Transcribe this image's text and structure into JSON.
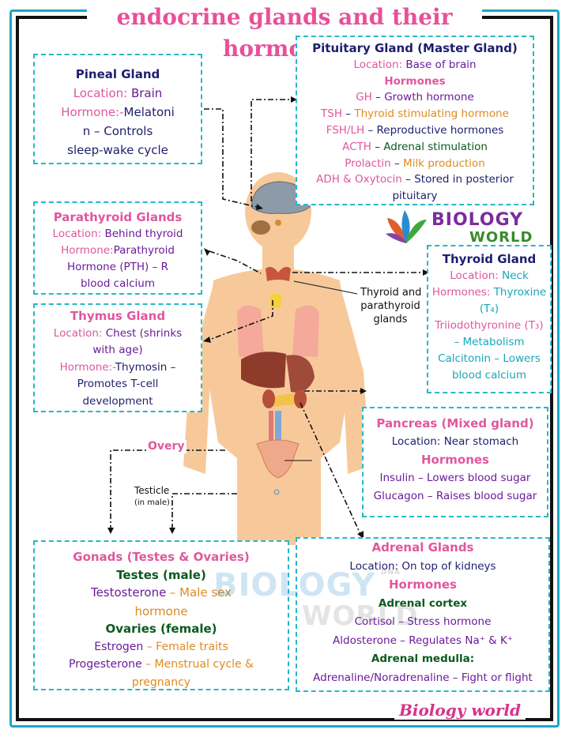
{
  "title": "endocrine glands and their hormones",
  "pineal": {
    "heading": "Pineal Gland",
    "location_label": "Location:",
    "location_value": "Brain",
    "hormone_label": "Hormone:-",
    "hormone_line1": "Melatoni",
    "hormone_line2": "n – Controls",
    "hormone_line3": "sleep-wake cycle"
  },
  "pituitary": {
    "heading": "Pituitary Gland (Master Gland)",
    "location_label": "Location:",
    "location_value": "Base of brain",
    "hormones_heading": "Hormones",
    "rows": [
      {
        "name": "GH",
        "desc": "Growth hormone"
      },
      {
        "name": "TSH",
        "desc": "Thyroid stimulating hormone"
      },
      {
        "name": "FSH/LH",
        "desc": "Reproductive hormones"
      },
      {
        "name": "ACTH",
        "desc": "Adrenal stimulation"
      },
      {
        "name": "Prolactin",
        "desc": "Milk production"
      },
      {
        "name": "ADH & Oxytocin",
        "desc": "Stored in posterior"
      }
    ],
    "last_line": "pituitary"
  },
  "parathyroid": {
    "heading": "Parathyroid Glands",
    "location_label": "Location:",
    "location_value": "Behind thyroid",
    "hormone_label": "Hormone:",
    "hormone_value": "Parathyroid",
    "line3": "Hormone (PTH) – R",
    "line4": "blood calcium"
  },
  "thyroid": {
    "heading": "Thyroid Gland",
    "location_label": "Location:",
    "location_value": "Neck",
    "hormones_label": "Hormones:",
    "hormones_value": "Thyroxine",
    "t4": "(T₄)",
    "t3": "Triiodothyronine (T₃)",
    "metabolism": "– Metabolism",
    "calcitonin": "Calcitonin – Lowers",
    "calcium": "blood calcium"
  },
  "thymus": {
    "heading": "Thymus Gland",
    "location_label": "Location:",
    "location_value": "Chest (shrinks",
    "location_value2": "with age)",
    "hormone_label": "Hormone:-",
    "hormone_value": "Thymosin –",
    "line4": "Promotes T-cell",
    "line5": "development"
  },
  "pancreas": {
    "heading": "Pancreas (Mixed gland)",
    "location": "Location: Near stomach",
    "hormones_heading": "Hormones",
    "insulin": "Insulin – Lowers blood sugar",
    "glucagon": "Glucagon – Raises blood sugar"
  },
  "gonads": {
    "heading": "Gonads (Testes & Ovaries)",
    "testes_heading": "Testes (male)",
    "testosterone": "Testosterone",
    "male_sex": "– Male sex",
    "hormone": "hormone",
    "ovaries_heading": "Ovaries (female)",
    "estrogen": "Estrogen",
    "female_traits": "– Female traits",
    "progesterone": "Progesterone",
    "menstrual": "– Menstrual cycle &",
    "pregnancy": "pregnancy"
  },
  "adrenal": {
    "heading": "Adrenal Glands",
    "location": "Location: On top of kidneys",
    "hormones_heading": "Hormones",
    "cortex_heading": "Adrenal cortex",
    "cortisol": "Cortisol – Stress hormone",
    "aldosterone": "Aldosterone – Regulates Na⁺ & K⁺",
    "medulla_heading": "Adrenal medulla:",
    "adrenaline": "Adrenaline/Noradrenaline – Fight or flight"
  },
  "labels": {
    "thyroid_parathyroid_1": "Thyroid and",
    "thyroid_parathyroid_2": "parathyroid",
    "thyroid_parathyroid_3": "glands",
    "overy": "Overy",
    "testicle": "Testicle",
    "in_male": "(in male)"
  },
  "watermark": {
    "bio": "BIOLOGY",
    "world": "WORLD",
    "dna": "DNA"
  },
  "footer": "Biology world",
  "colors": {
    "title": "#e8509a",
    "border": "#26b8c9",
    "skin": "#f7c99a"
  }
}
